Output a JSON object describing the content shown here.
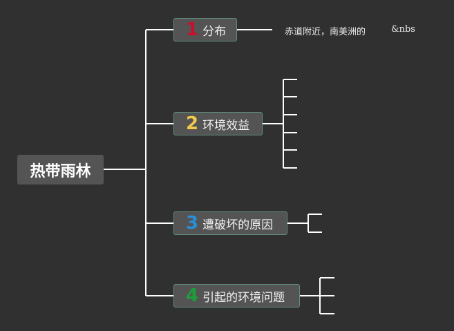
{
  "root": {
    "label": "热带雨林"
  },
  "branches": [
    {
      "num": "1",
      "label": "分布",
      "num_color": "#c8102e"
    },
    {
      "num": "2",
      "label": "环境效益",
      "num_color": "#f2c94c"
    },
    {
      "num": "3",
      "label": "遭破坏的原因",
      "num_color": "#2a8fd6"
    },
    {
      "num": "4",
      "label": "引起的环境问题",
      "num_color": "#1e9e3a"
    }
  ],
  "leaf_1": {
    "text": "赤道附近，南美洲的",
    "suffix": "&nbs"
  },
  "colors": {
    "background": "#303030",
    "node": "#545454",
    "line": "#ffffff",
    "border": "#5f8f7d"
  }
}
